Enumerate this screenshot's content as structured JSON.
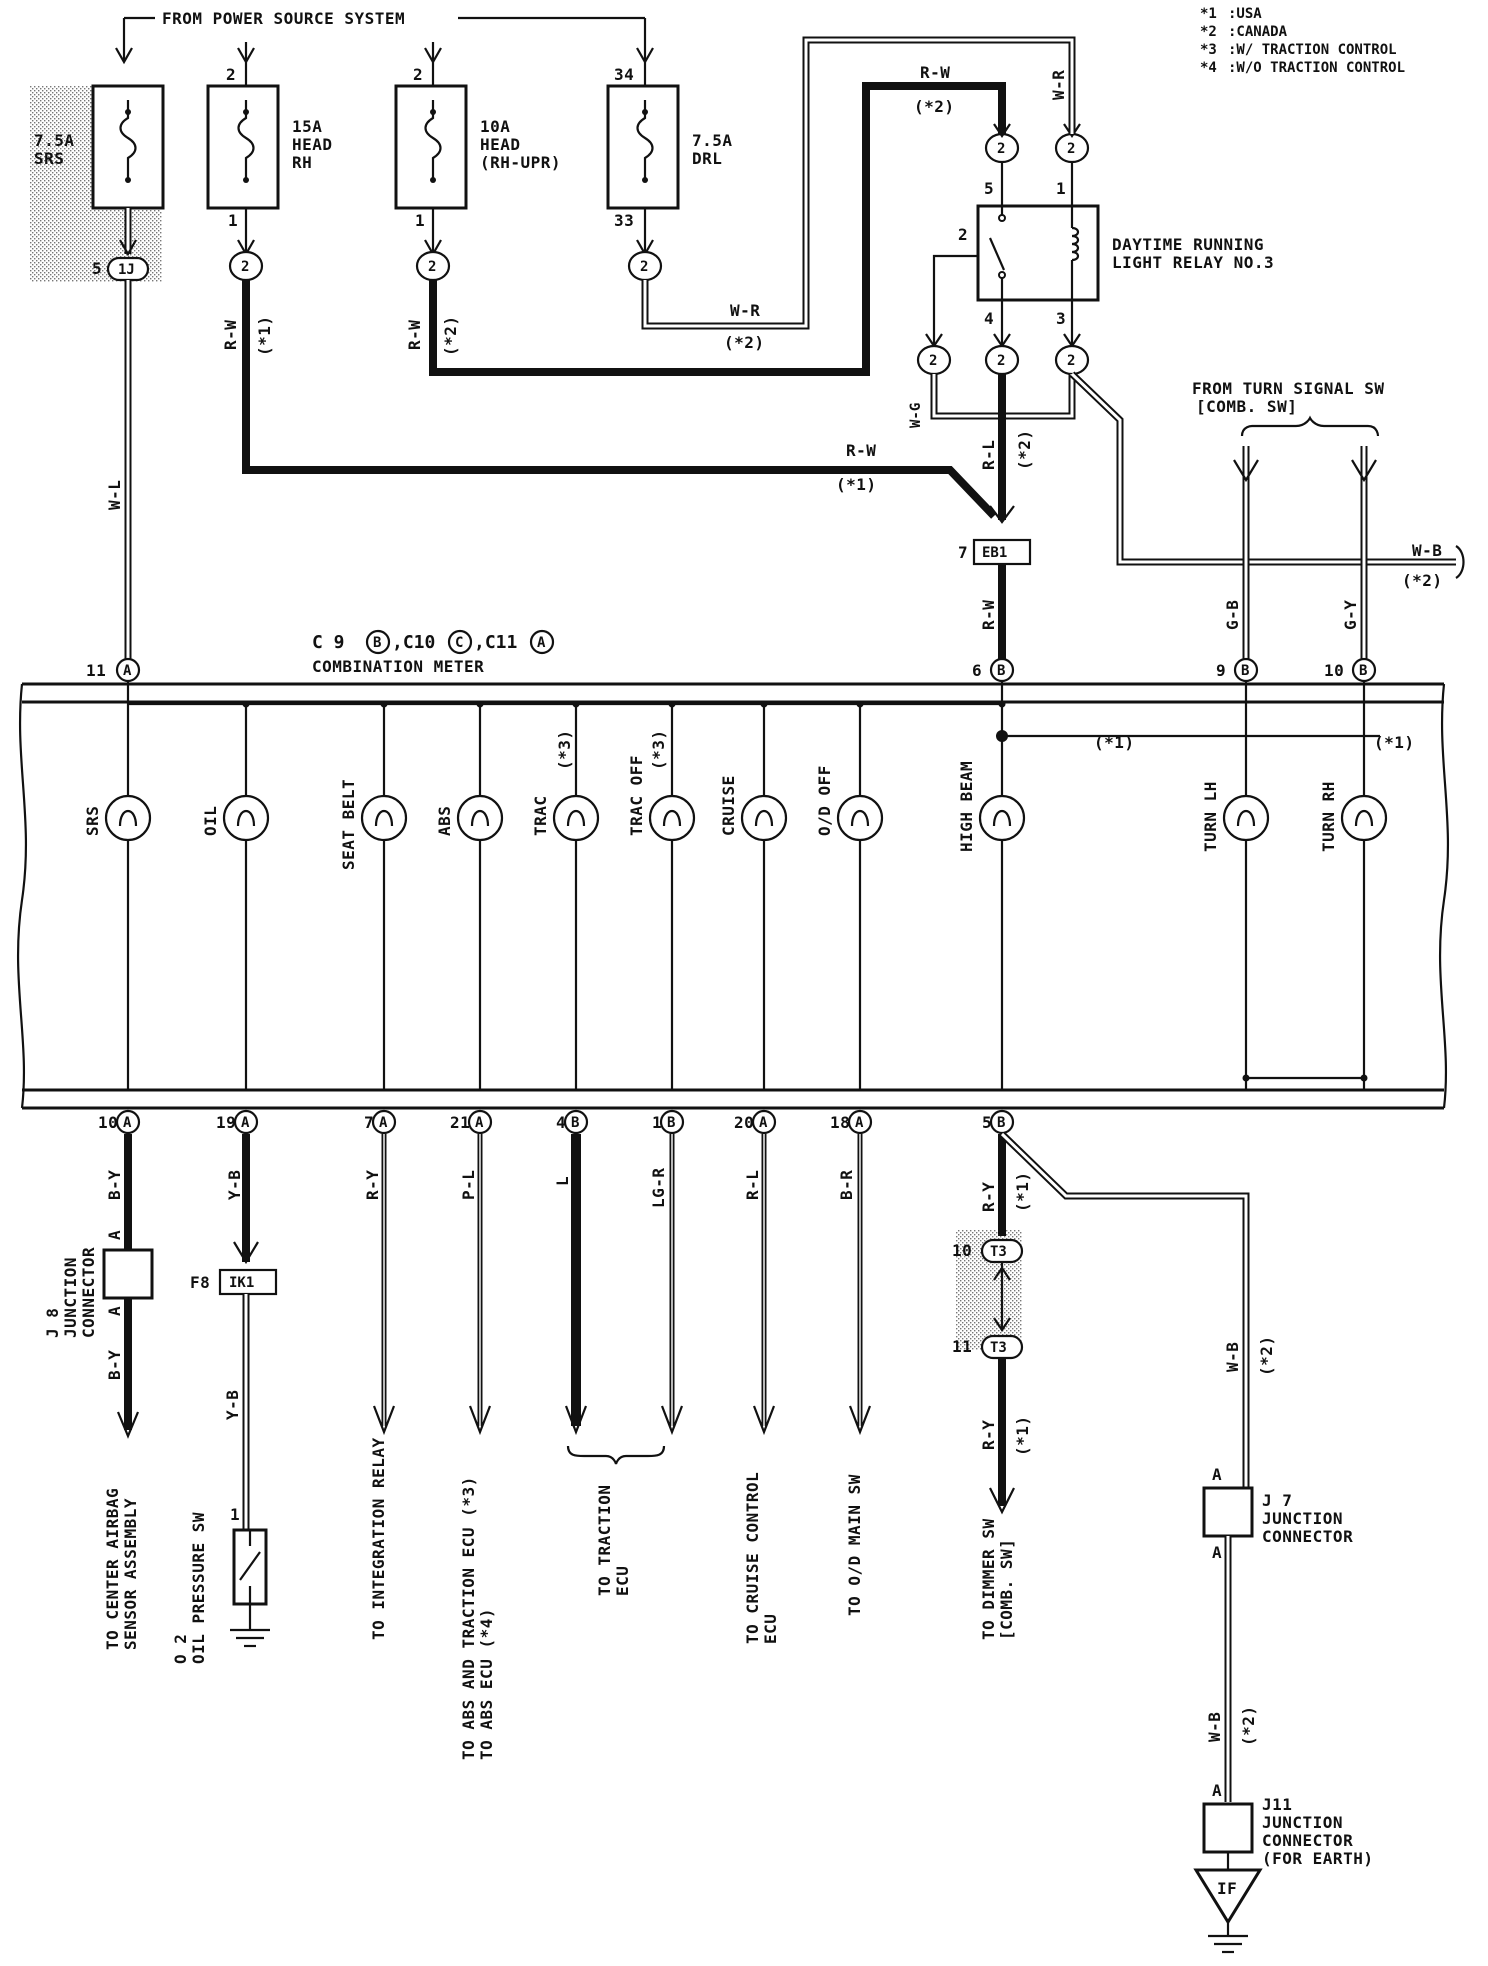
{
  "legend": [
    {
      "key": "*1",
      "text": ":USA"
    },
    {
      "key": "*2",
      "text": ":CANADA"
    },
    {
      "key": "*3",
      "text": ":W/ TRACTION CONTROL"
    },
    {
      "key": "*4",
      "text": ":W/O TRACTION CONTROL"
    }
  ],
  "header": {
    "power_source": "FROM POWER SOURCE SYSTEM"
  },
  "fuses": [
    {
      "id": "srs",
      "amp": "7.5A",
      "name": "SRS",
      "name2": "",
      "in_pin": "",
      "out_pin": "5",
      "conn": "1J"
    },
    {
      "id": "head-rh",
      "amp": "15A",
      "name": "HEAD",
      "name2": "RH",
      "in_pin": "2",
      "out_pin": "1",
      "conn": "2"
    },
    {
      "id": "head-rh-upr",
      "amp": "10A",
      "name": "HEAD",
      "name2": "(RH-UPR)",
      "in_pin": "2",
      "out_pin": "1",
      "conn": "2"
    },
    {
      "id": "drl",
      "amp": "7.5A",
      "name": "DRL",
      "name2": "",
      "in_pin": "34",
      "out_pin": "33",
      "conn": "2"
    }
  ],
  "relay": {
    "name1": "DAYTIME RUNNING",
    "name2": "LIGHT RELAY NO.3",
    "pins": [
      "5",
      "1",
      "2",
      "4",
      "3"
    ]
  },
  "turn_signal": {
    "line1": "FROM TURN SIGNAL SW",
    "line2": "[COMB. SW]"
  },
  "wires": {
    "rw": "R-W",
    "wr": "W-R",
    "wl": "W-L",
    "wg": "W-G",
    "rl": "R-L",
    "wb": "W-B",
    "gb": "G-B",
    "gy": "G-Y",
    "by": "B-Y",
    "yb": "Y-B",
    "ry": "R-Y",
    "pl": "P-L",
    "l": "L",
    "lgr": "LG-R",
    "br": "B-R"
  },
  "notes": {
    "n1": "(*1)",
    "n2": "(*2)",
    "n3": "(*3)",
    "n4": "(*4)"
  },
  "eb1": {
    "pin": "7",
    "name": "EB1"
  },
  "meter": {
    "c9": "C 9",
    "c10": ",C10",
    "c11": ",C11",
    "bA": "A",
    "bB": "B",
    "bC": "C",
    "name": "COMBINATION METER"
  },
  "top_pins": {
    "srs": "11",
    "hb": "6",
    "tl": "9",
    "tr": "10"
  },
  "bulbs": [
    "SRS",
    "OIL",
    "SEAT BELT",
    "ABS",
    "TRAC",
    "TRAC OFF",
    "CRUISE",
    "O/D OFF",
    "HIGH BEAM",
    "TURN LH",
    "TURN RH"
  ],
  "bottom_pins": [
    {
      "num": "10",
      "conn": "A"
    },
    {
      "num": "19",
      "conn": "A"
    },
    {
      "num": "7",
      "conn": "A"
    },
    {
      "num": "21",
      "conn": "A"
    },
    {
      "num": "4",
      "conn": "B"
    },
    {
      "num": "1",
      "conn": "B"
    },
    {
      "num": "20",
      "conn": "A"
    },
    {
      "num": "18",
      "conn": "A"
    },
    {
      "num": "5",
      "conn": "B"
    }
  ],
  "j8": {
    "line1": "J 8",
    "line2": "JUNCTION",
    "line3": "CONNECTOR",
    "a": "A"
  },
  "ik1": {
    "pin": "F8",
    "name": "IK1"
  },
  "t3": {
    "pin_top": "10",
    "pin_bot": "11",
    "name": "T3"
  },
  "destinations": {
    "airbag1": "TO CENTER AIRBAG",
    "airbag2": "SENSOR ASSEMBLY",
    "integration": "TO INTEGRATION RELAY",
    "abs1": "TO ABS AND TRACTION ECU (*3)",
    "abs2": "TO ABS ECU (*4)",
    "trac1": "TO TRACTION",
    "trac2": "ECU",
    "cruise1": "TO CRUISE CONTROL",
    "cruise2": "ECU",
    "od": "TO O/D MAIN SW",
    "dimmer1": "TO DIMMER SW",
    "dimmer2": "[COMB. SW]"
  },
  "oil_sw": {
    "line1": "O 2",
    "line2": "OIL PRESSURE SW",
    "pin": "1"
  },
  "j7": {
    "line1": "J 7",
    "line2": "JUNCTION",
    "line3": "CONNECTOR",
    "a": "A"
  },
  "j11": {
    "line1": "J11",
    "line2": "JUNCTION",
    "line3": "CONNECTOR",
    "line4": "(FOR EARTH)",
    "a": "A"
  },
  "earth": {
    "name": "IF"
  }
}
